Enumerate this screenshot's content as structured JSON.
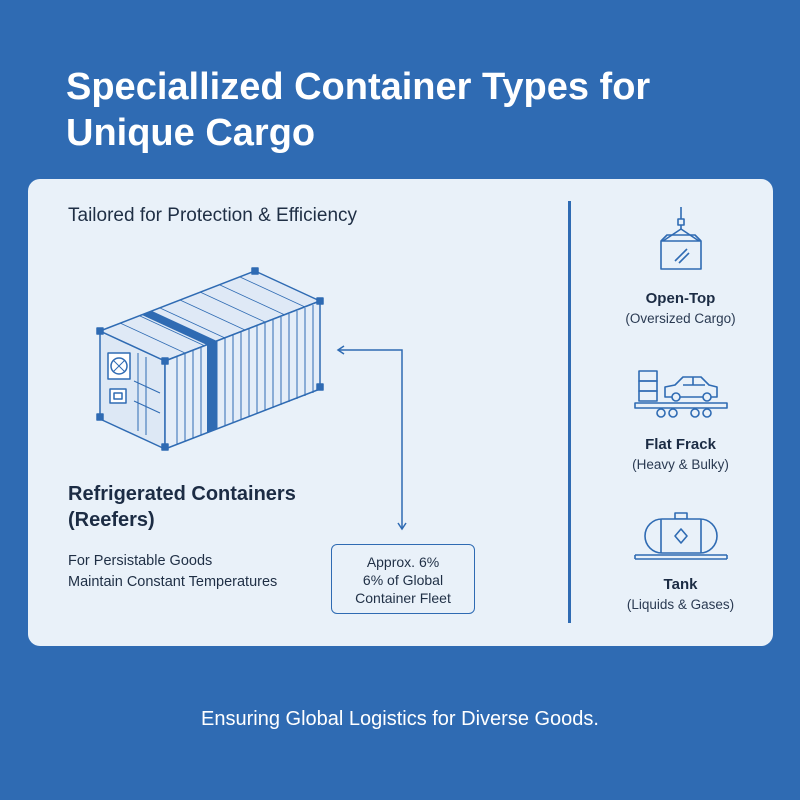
{
  "title": "Speciallized Container Types for Unique Cargo",
  "card": {
    "subtitle": "Tailored for Protection & Efficiency",
    "reefer": {
      "title": "Refrigerated Containers (Reefers)",
      "lines": [
        "For Persistable Goods",
        "Maintain Constant Temperatures"
      ],
      "fleet_box": {
        "lines": [
          "Approx. 6%",
          "6% of Global",
          "Container Fleet"
        ]
      }
    },
    "types": [
      {
        "name": "Open-Top",
        "desc": "(Oversized Cargo)",
        "icon": "crane-crate-icon"
      },
      {
        "name": "Flat Frack",
        "desc": "(Heavy & Bulky)",
        "icon": "flatrack-car-icon"
      },
      {
        "name": "Tank",
        "desc": "(Liquids & Gases)",
        "icon": "tank-icon"
      }
    ]
  },
  "footer": "Ensuring Global Logistics for Diverse Goods.",
  "colors": {
    "background": "#2f6bb3",
    "card": "#e9f1f9",
    "accent": "#2f6bb3",
    "text_dark": "#1c2c44",
    "text_light": "#ffffff"
  }
}
